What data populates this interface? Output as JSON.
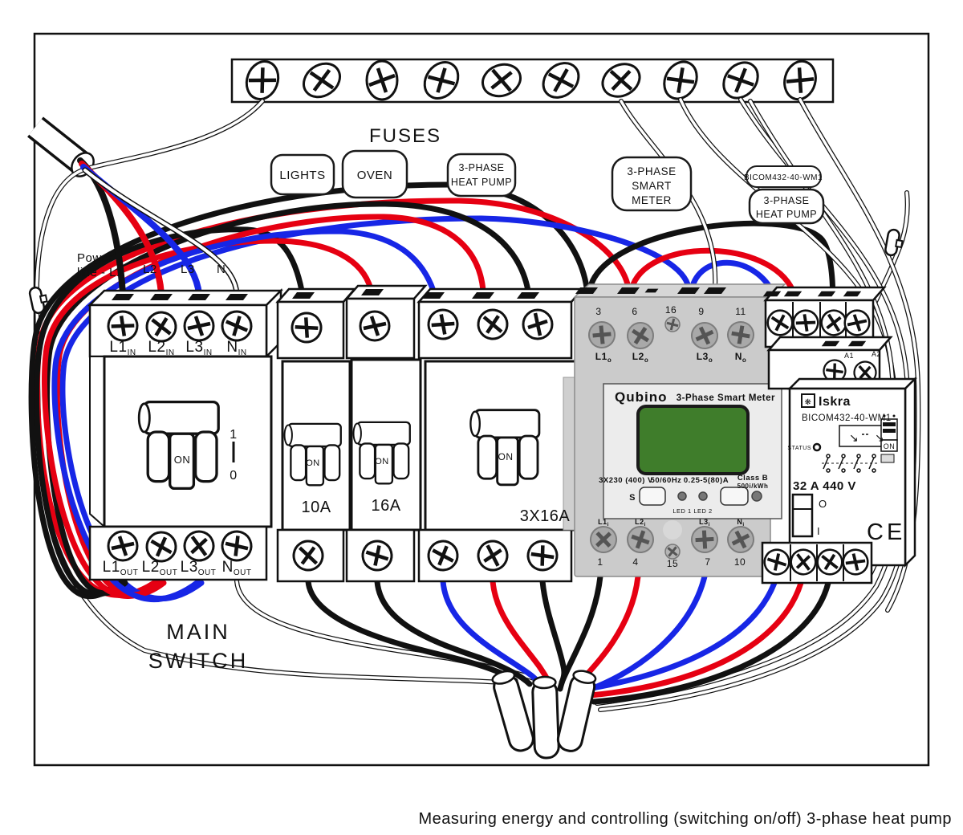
{
  "caption": "Measuring energy and controlling (switching on/off) 3-phase heat pump",
  "fuses_title": "FUSES",
  "tags": {
    "lights": "LIGHTS",
    "oven": "OVEN",
    "hp_fuse": [
      "3-PHASE",
      "HEAT PUMP"
    ],
    "smart_meter": [
      "3-PHASE",
      "SMART",
      "METER"
    ],
    "bicom": "BICOM432-40-WM1",
    "hp_relay": [
      "3-PHASE",
      "HEAT PUMP"
    ]
  },
  "powerline": {
    "l1a": "Power",
    "l1b": "line - L1",
    "l2": "L2",
    "l3": "L3",
    "n": "N"
  },
  "main_switch": {
    "name": [
      "MAIN",
      "SWITCH"
    ],
    "on": "ON",
    "one": "1",
    "zero": "0",
    "in": [
      [
        "L1",
        "IN"
      ],
      [
        "L2",
        "IN"
      ],
      [
        "L3",
        "IN"
      ],
      [
        "N",
        "IN"
      ]
    ],
    "out": [
      [
        "L1",
        "OUT"
      ],
      [
        "L2",
        "OUT"
      ],
      [
        "L3",
        "OUT"
      ],
      [
        "N",
        "OUT"
      ]
    ]
  },
  "breakers": [
    {
      "on": "ON",
      "rating": "10A"
    },
    {
      "on": "ON",
      "rating": "16A"
    },
    {
      "on": "ON",
      "rating": "3X16A"
    }
  ],
  "meter": {
    "brand": "Qubino",
    "product": "3-Phase Smart Meter",
    "top_nums": [
      "3",
      "6",
      "16",
      "9",
      "11"
    ],
    "top_terms": [
      [
        "L1",
        "o"
      ],
      [
        "L2",
        "o"
      ],
      [
        "L3",
        "o"
      ],
      [
        "N",
        "o"
      ]
    ],
    "bot_terms": [
      [
        "L1",
        "i"
      ],
      [
        "L2",
        "i"
      ],
      [
        "L3",
        "i"
      ],
      [
        "N",
        "i"
      ]
    ],
    "bot_nums": [
      "1",
      "4",
      "15",
      "7",
      "10"
    ],
    "volt": "3X230 (400) V",
    "freq": "50/60Hz",
    "amp": "0.25-5(80)A",
    "cls": "Class B",
    "imp": "500i/kWh",
    "s": "S",
    "led1": "LED 1",
    "led2": "LED 2"
  },
  "relay": {
    "brand": "Iskra",
    "model": "BICOM432-40-WM1",
    "a1": "A1",
    "a2": "A2",
    "status": "STATUS",
    "on": "ON",
    "rating": "32 A 440 V",
    "off": "O",
    "on_pos": "I",
    "ce": "CE"
  },
  "icons": {
    "iskra_logo": "❋",
    "optocoupler": "↘"
  },
  "colors": {
    "wire_black": "#111111",
    "wire_red": "#e60012",
    "wire_blue": "#1726e6",
    "meter_gray": "#cbcbcb",
    "screen_green": "#3f7d2b"
  }
}
